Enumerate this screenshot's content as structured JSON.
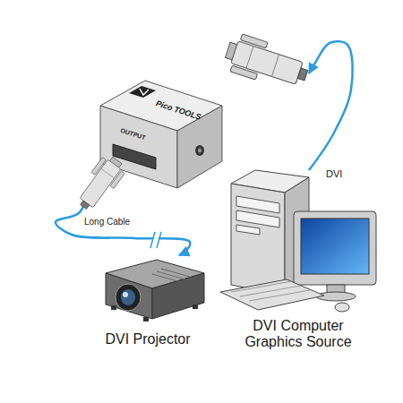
{
  "diagram": {
    "nodes": [
      {
        "text": [
          "Pico TOOLS",
          "OUTPUT"
        ]
      },
      {
        "text": [
          "DVI Projector"
        ]
      },
      {
        "text": [
          "DVI Computer Graphics Source"
        ]
      }
    ],
    "edges": [
      {
        "from": 2,
        "to": 0,
        "arrow": "to",
        "label": "DVI"
      },
      {
        "from": 0,
        "to": 1,
        "arrow": "to",
        "label": "Long Cable"
      }
    ]
  }
}
